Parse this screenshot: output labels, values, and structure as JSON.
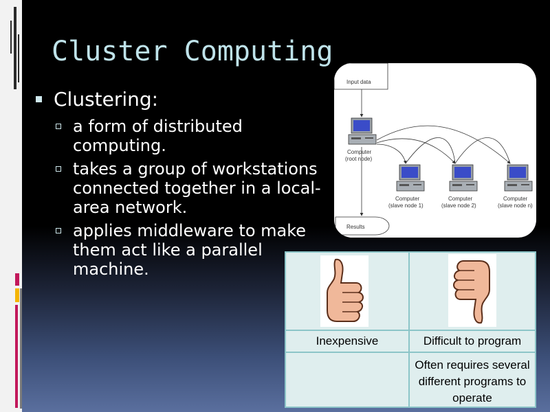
{
  "slide": {
    "title": "Cluster Computing",
    "bullet": "Clustering:",
    "sub_bullets": [
      "a form of distributed computing.",
      "takes a group of workstations connected together in a local-area network.",
      "applies middleware to make them act like a parallel machine."
    ]
  },
  "diagram": {
    "input_label": "Input data",
    "root_label_1": "Computer",
    "root_label_2": "(root node)",
    "nodes": [
      {
        "label_1": "Computer",
        "label_2": "(slave node 1)"
      },
      {
        "label_1": "Computer",
        "label_2": "(slave node 2)"
      },
      {
        "label_1": "Computer",
        "label_2": "(slave node n)"
      }
    ],
    "results_label": "Results"
  },
  "table": {
    "pro": "Inexpensive",
    "con": "Difficult to program",
    "con_detail": "Often requires several different programs to operate"
  },
  "colors": {
    "title": "#bfe3ea",
    "table_bg": "#dfeeee",
    "table_border": "#8cc5c8"
  },
  "icons": [
    "thumbs-up-icon",
    "thumbs-down-icon",
    "computer-icon"
  ]
}
